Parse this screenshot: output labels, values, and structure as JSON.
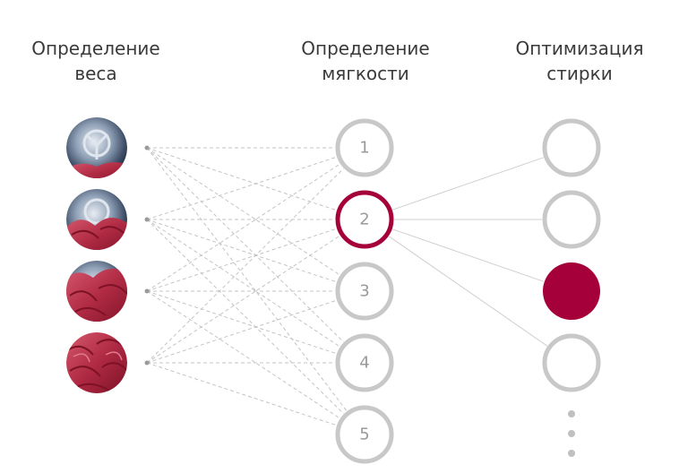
{
  "columns": {
    "weight": {
      "line1": "Определение",
      "line2": "веса"
    },
    "softness": {
      "line1": "Определение",
      "line2": "мягкости"
    },
    "optimization": {
      "line1": "Оптимизация",
      "line2": "стирки"
    }
  },
  "softness_levels": [
    "1",
    "2",
    "3",
    "4",
    "5"
  ],
  "selected_softness": "2",
  "selected_optimization_index": 2,
  "colors": {
    "accent": "#a5003a",
    "ring": "#c8c8c8",
    "text": "#3a3a3a",
    "number": "#9a9a9a"
  }
}
